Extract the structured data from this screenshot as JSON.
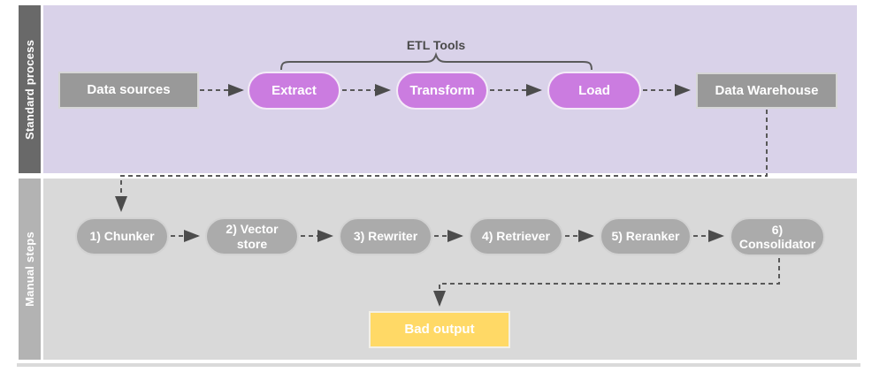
{
  "diagram": {
    "lanes": [
      {
        "label": "Standard process"
      },
      {
        "label": "Manual steps"
      }
    ],
    "bracket": {
      "label": "ETL Tools",
      "spans": [
        "Extract",
        "Transform",
        "Load"
      ]
    },
    "nodes": {
      "data_sources": "Data sources",
      "extract": "Extract",
      "transform": "Transform",
      "load": "Load",
      "data_warehouse": "Data Warehouse",
      "chunker": "1) Chunker",
      "vector_store": "2) Vector store",
      "rewriter": "3) Rewriter",
      "retriever": "4) Retriever",
      "reranker": "5) Reranker",
      "consolidator": "6) Consolidator",
      "bad_output": "Bad output"
    },
    "edges": [
      {
        "from": "Data sources",
        "to": "Extract",
        "style": "dashed-arrow"
      },
      {
        "from": "Extract",
        "to": "Transform",
        "style": "dashed-arrow"
      },
      {
        "from": "Transform",
        "to": "Load",
        "style": "dashed-arrow"
      },
      {
        "from": "Load",
        "to": "Data Warehouse",
        "style": "dashed-arrow"
      },
      {
        "from": "Data Warehouse",
        "to": "1) Chunker",
        "style": "dashed-arrow-elbow"
      },
      {
        "from": "1) Chunker",
        "to": "2) Vector store",
        "style": "dashed-arrow"
      },
      {
        "from": "2) Vector store",
        "to": "3) Rewriter",
        "style": "dashed-arrow"
      },
      {
        "from": "3) Rewriter",
        "to": "4) Retriever",
        "style": "dashed-arrow"
      },
      {
        "from": "4) Retriever",
        "to": "5) Reranker",
        "style": "dashed-arrow"
      },
      {
        "from": "5) Reranker",
        "to": "6) Consolidator",
        "style": "dashed-arrow"
      },
      {
        "from": "6) Consolidator",
        "to": "Bad output",
        "style": "dashed-arrow-elbow"
      }
    ],
    "colors": {
      "lane_top_bar": "#696969",
      "lane_top_body": "#d9d2e9",
      "lane_bottom_bar": "#b3b3b3",
      "lane_bottom_body": "#d9d9d9",
      "gray_node": "#999999",
      "pink_node": "#cb7ce0",
      "gray_pill": "#ababab",
      "yellow_node": "#ffd966",
      "connector": "#595959",
      "bracket_text": "#4a4a4a",
      "node_text": "#ffffff"
    }
  }
}
